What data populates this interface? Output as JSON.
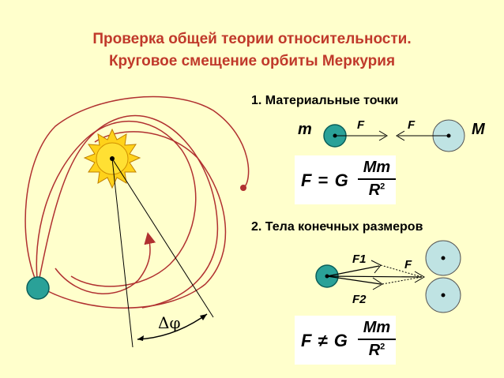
{
  "title": {
    "line1": "Проверка общей теории относительности.",
    "line2": "Круговое смещение орбиты Меркурия"
  },
  "section1": {
    "label": "1. Материальные точки",
    "mass_small": "m",
    "mass_large": "M",
    "force_left": "F",
    "force_right": "F",
    "formula": {
      "lhs": "F",
      "op": "=",
      "const": "G",
      "numerator": "Mm",
      "denominator": "R",
      "exponent": "2"
    }
  },
  "section2": {
    "label": "2. Тела конечных размеров",
    "force1": "F1",
    "force2": "F2",
    "force_total": "F",
    "formula": {
      "lhs": "F",
      "op": "≠",
      "const": "G",
      "numerator": "Mm",
      "denominator": "R",
      "exponent": "2"
    }
  },
  "orbit": {
    "angle_label": "Δφ"
  },
  "colors": {
    "background": "#ffffcc",
    "title": "#c0392b",
    "orbit": "#b03030",
    "planet": "#2aa198",
    "body": "#bfe3e3",
    "sun": "#ffd21a"
  }
}
